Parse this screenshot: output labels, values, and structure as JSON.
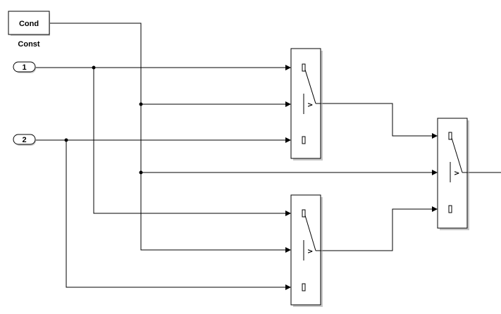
{
  "blocks": {
    "const": {
      "text": "Cond",
      "label": "Const"
    },
    "inport1": {
      "text": "1"
    },
    "inport2": {
      "text": "2"
    },
    "switch_top": {
      "symbol": ">"
    },
    "switch_bottom": {
      "symbol": ">"
    },
    "switch_right": {
      "symbol": ">"
    }
  }
}
